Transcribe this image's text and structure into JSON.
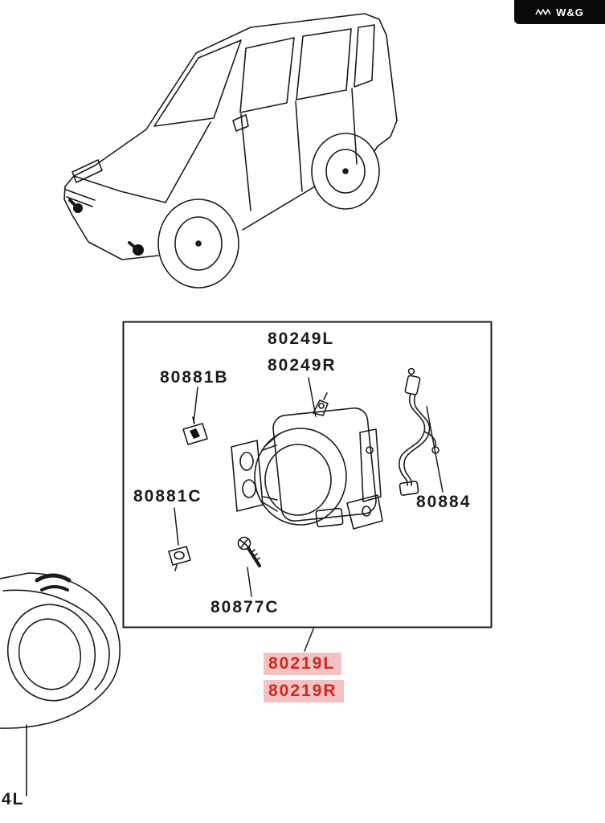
{
  "watermark": {
    "brand": "W&G"
  },
  "colors": {
    "highlightBg": "#f3c3c3",
    "highlightText": "#d2251d",
    "ink": "#1b1b1b",
    "badgeBg": "#0a0a0a"
  },
  "parts_box": {
    "labels": {
      "80249L": "80249L",
      "80249R": "80249R",
      "80881B": "80881B",
      "80881C": "80881C",
      "80877C": "80877C",
      "80884": "80884"
    }
  },
  "highlighted_parts": {
    "left": "80219L",
    "right": "80219R"
  },
  "partial_label": "4L"
}
